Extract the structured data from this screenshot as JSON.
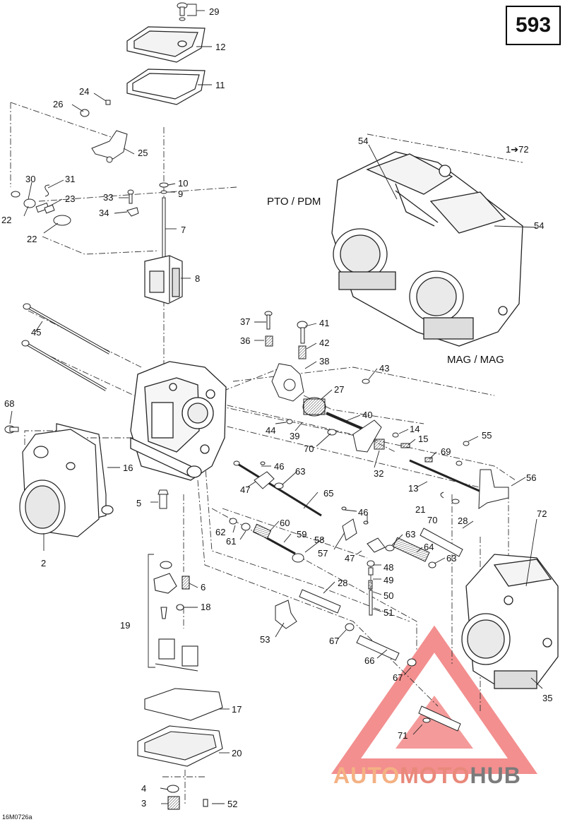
{
  "page_number": "593",
  "drawing_code": "16M0726a",
  "labels": {
    "pto": "PTO / PDM",
    "mag": "MAG / MAG",
    "range": "1➔72"
  },
  "watermark": {
    "part1": "AUTO",
    "part2": "MOTO",
    "part3": "HUB"
  },
  "callouts": [
    "29",
    "12",
    "11",
    "24",
    "26",
    "25",
    "30",
    "31",
    "23",
    "22",
    "22",
    "10",
    "9",
    "33",
    "34",
    "7",
    "8",
    "45",
    "37",
    "41",
    "36",
    "42",
    "38",
    "43",
    "27",
    "40",
    "44",
    "39",
    "70",
    "68",
    "16",
    "14",
    "15",
    "32",
    "69",
    "55",
    "46",
    "63",
    "47",
    "13",
    "56",
    "21",
    "70",
    "5",
    "65",
    "46",
    "72",
    "28",
    "60",
    "62",
    "59",
    "58",
    "61",
    "57",
    "63",
    "64",
    "47",
    "48",
    "63",
    "2",
    "49",
    "6",
    "18",
    "50",
    "28",
    "51",
    "19",
    "53",
    "67",
    "66",
    "67",
    "17",
    "20",
    "71",
    "35",
    "4",
    "3",
    "52"
  ]
}
